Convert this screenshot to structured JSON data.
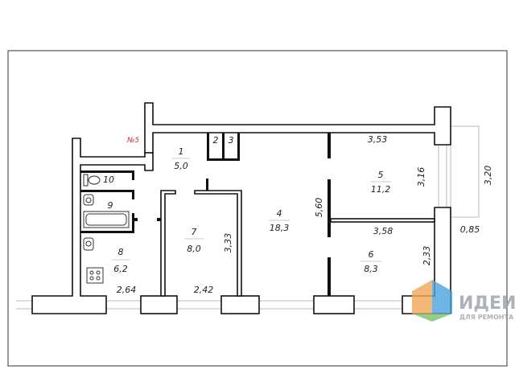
{
  "plan": {
    "entrance_label": "№5",
    "rooms": [
      {
        "number": "1",
        "area": "5,0"
      },
      {
        "number": "2"
      },
      {
        "number": "3"
      },
      {
        "number": "4",
        "area": "18,3"
      },
      {
        "number": "5",
        "area": "11,2"
      },
      {
        "number": "6",
        "area": "8,3"
      },
      {
        "number": "7",
        "area": "8,0"
      },
      {
        "number": "8",
        "area": "6,2"
      },
      {
        "number": "9"
      },
      {
        "number": "10"
      }
    ],
    "dimensions": {
      "room5_width": "3,53",
      "room5_depth": "3,16",
      "balcony_length": "3,20",
      "balcony_depth": "0,85",
      "room4_depth": "5,60",
      "room6_width": "3,58",
      "room6_depth": "2,33",
      "room7_depth": "3,33",
      "room7_width": "2,42",
      "kitchen_width": "2,64"
    }
  },
  "watermark": {
    "title": "ИДЕИ",
    "subtitle": "ДЛЯ РЕМОНТА",
    "colors": [
      "#f2a65a",
      "#4aa3df",
      "#7cc36b"
    ]
  }
}
